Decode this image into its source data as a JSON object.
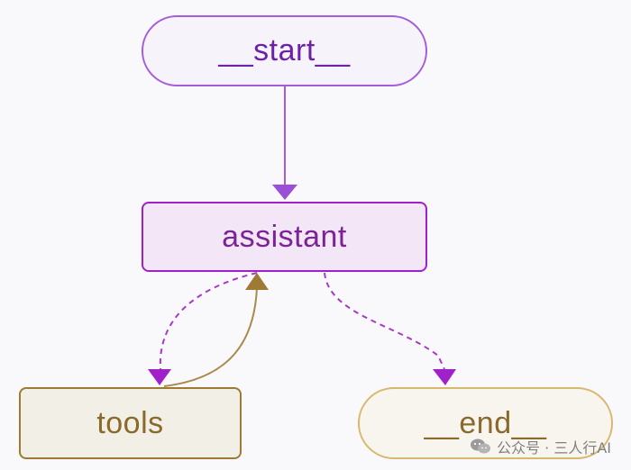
{
  "nodes": {
    "start": "__start__",
    "assistant": "assistant",
    "tools": "tools",
    "end": "__end__"
  },
  "edges": [
    {
      "from": "__start__",
      "to": "assistant",
      "style": "solid"
    },
    {
      "from": "assistant",
      "to": "tools",
      "style": "dashed"
    },
    {
      "from": "tools",
      "to": "assistant",
      "style": "solid"
    },
    {
      "from": "assistant",
      "to": "__end__",
      "style": "dashed"
    }
  ],
  "watermark": {
    "text": "公众号 · 三人行AI",
    "icon": "wechat-icon"
  },
  "colors": {
    "start_border": "#a45ddb",
    "assistant_border": "#a020c9",
    "tools_border": "#9e7a34",
    "end_border": "#d8b86c",
    "background": "#f9f8fb"
  }
}
